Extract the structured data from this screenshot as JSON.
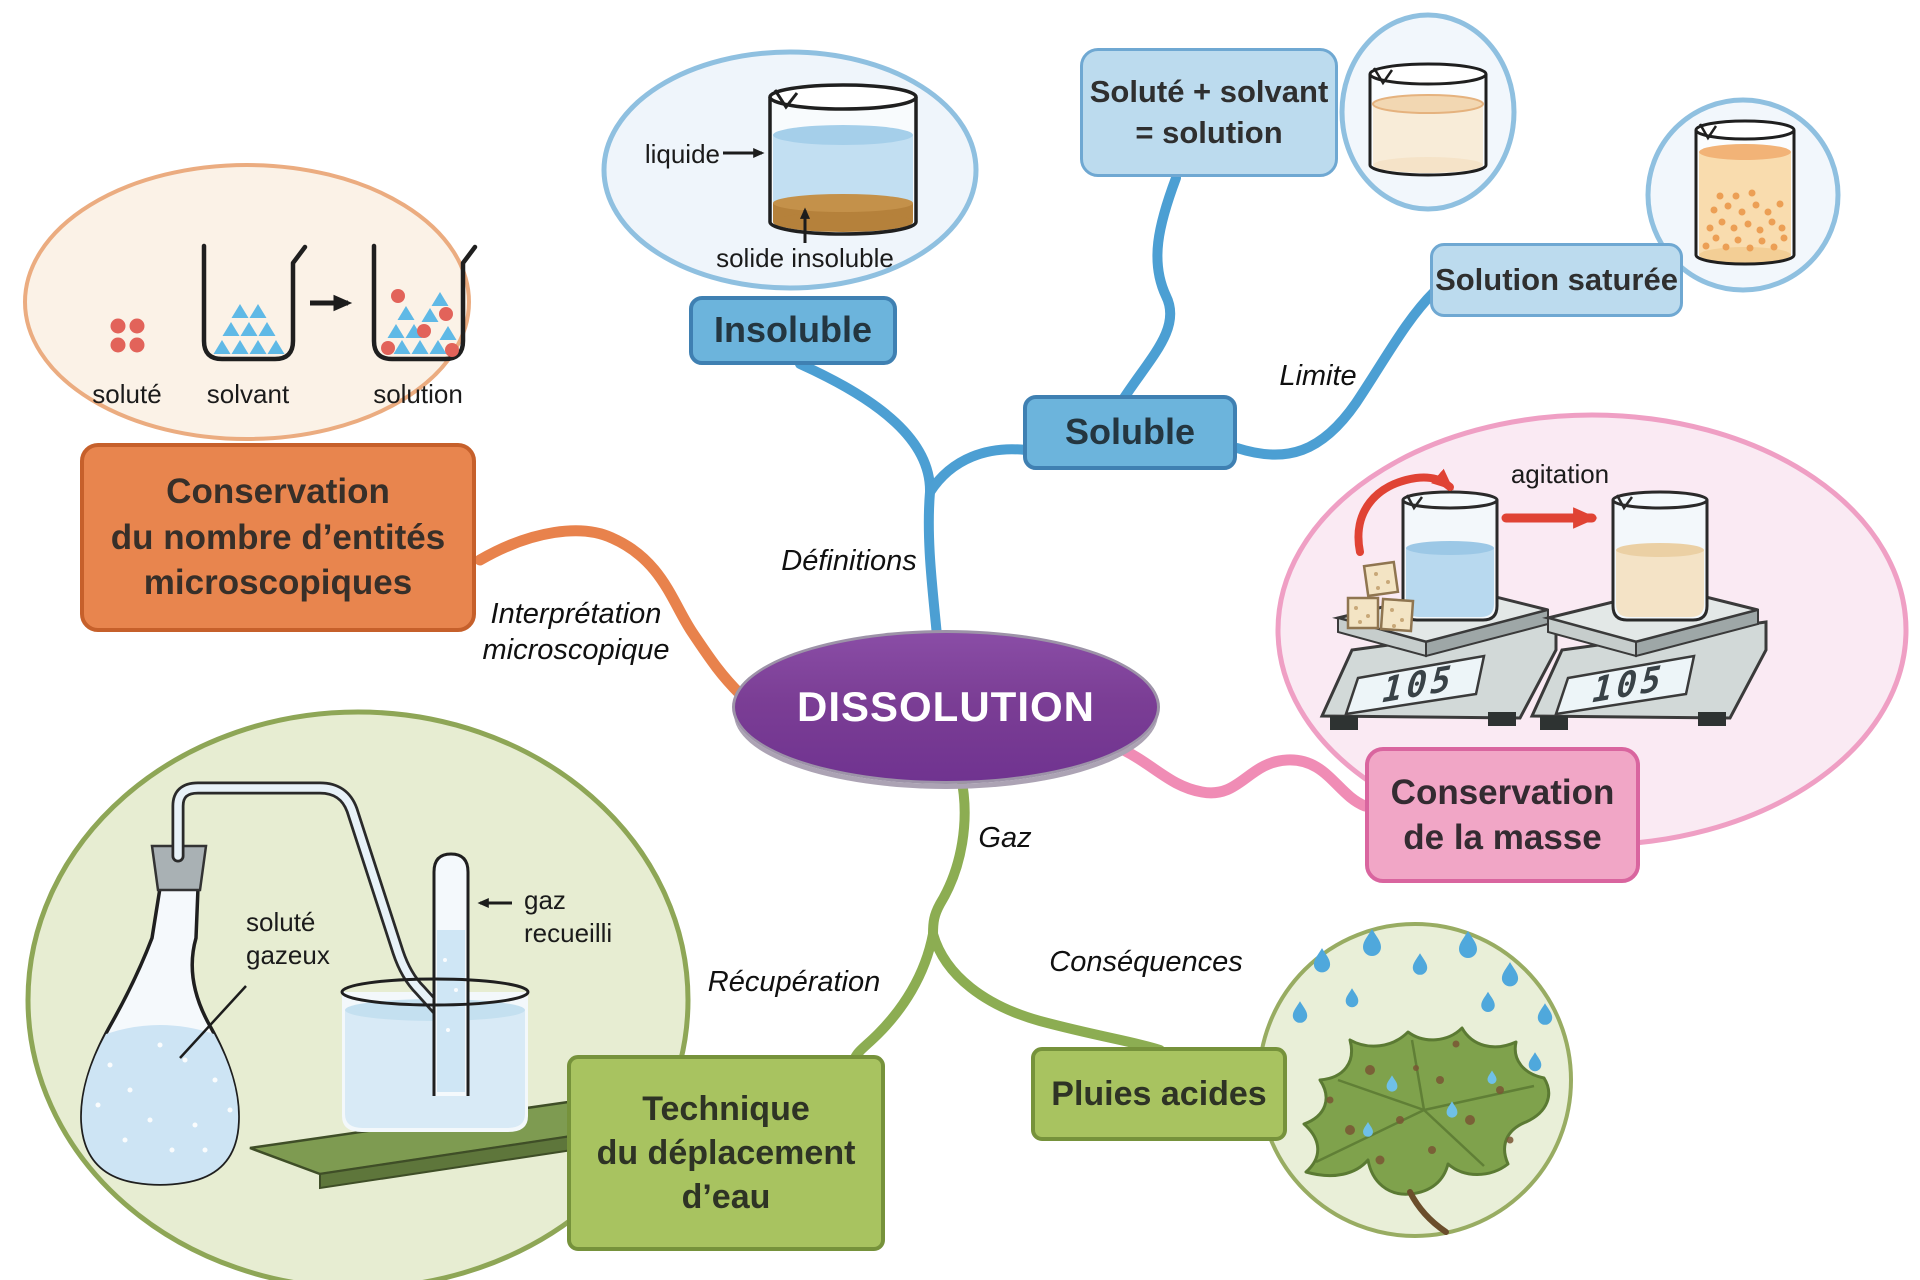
{
  "title": "DISSOLUTION",
  "center": {
    "label": "DISSOLUTION"
  },
  "branch_labels": {
    "definitions": "Définitions",
    "interpretation": "Interprétation\nmicroscopique",
    "limite": "Limite",
    "gaz": "Gaz",
    "recuperation": "Récupération",
    "consequences": "Conséquences"
  },
  "nodes": {
    "insoluble": {
      "label": "Insoluble"
    },
    "soluble": {
      "label": "Soluble"
    },
    "solute_solvant": {
      "label": "Soluté + solvant\n= solution"
    },
    "solution_saturee": {
      "label": "Solution saturée"
    },
    "conservation_entites": {
      "label": "Conservation\ndu nombre d’entités\nmicroscopiques"
    },
    "conservation_masse": {
      "label": "Conservation\nde la masse"
    },
    "technique_deplacement": {
      "label": "Technique\ndu déplacement\nd’eau"
    },
    "pluies_acides": {
      "label": "Pluies acides"
    }
  },
  "illustrations": {
    "microscopic": {
      "solute_label": "soluté",
      "solvant_label": "solvant",
      "solution_label": "solution"
    },
    "insoluble_beaker": {
      "liquide_label": "liquide",
      "solide_label": "solide insoluble"
    },
    "mass_balance": {
      "agitation_label": "agitation",
      "scale_display": "105"
    },
    "gas_apparatus": {
      "solute_gazeux_label": "soluté\ngazeux",
      "gaz_recueilli_label": "gaz\nrecueilli"
    }
  },
  "colors": {
    "purple": "#7B3E95",
    "blue_line": "#4C9FD3",
    "blue_box": "#6CB4DC",
    "light_blue_box": "#BCDBEE",
    "orange_line": "#E8824C",
    "orange_box": "#E8854E",
    "pink_line": "#F08CB5",
    "pink_box": "#F1A6C6",
    "green_line": "#8CAD52",
    "green_box": "#A8C360"
  }
}
